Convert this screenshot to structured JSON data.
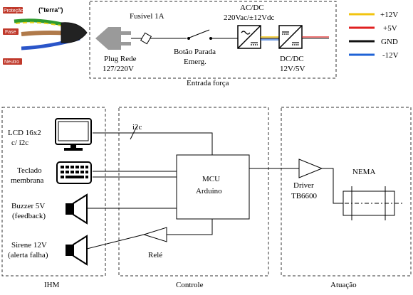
{
  "power": {
    "cable_labels": {
      "protection": "Proteção",
      "earth": "(\"terra\")",
      "phase": "Fase",
      "neutral": "Neutro"
    },
    "fuse": "Fusível 1A",
    "acdc": [
      "AC/DC",
      "220Vac/±12Vdc"
    ],
    "plug": [
      "Plug Rede",
      "127/220V"
    ],
    "button": [
      "Botão Parada",
      "Emerg."
    ],
    "dcdc": [
      "DC/DC",
      "12V/5V"
    ],
    "section_label": "Entrada força"
  },
  "legend": [
    {
      "label": "+12V",
      "color": "#f2c40f"
    },
    {
      "label": "+5V",
      "color": "#e02020"
    },
    {
      "label": "GND",
      "color": "#111111"
    },
    {
      "label": "-12V",
      "color": "#1f63d6"
    }
  ],
  "ihm": {
    "lcd": [
      "LCD 16x2",
      "c/ i2c"
    ],
    "keypad": [
      "Teclado",
      "membrana"
    ],
    "buzzer": [
      "Buzzer 5V",
      "(feedback)"
    ],
    "siren": [
      "Sirene 12V",
      "(alerta falha)"
    ],
    "section_label": "IHM"
  },
  "controle": {
    "bus": "i2c",
    "mcu": [
      "MCU",
      "Arduino"
    ],
    "relay": "Relé",
    "section_label": "Controle"
  },
  "atuacao": {
    "driver": [
      "Driver",
      "TB6600"
    ],
    "motor": "NEMA",
    "section_label": "Atuação"
  }
}
